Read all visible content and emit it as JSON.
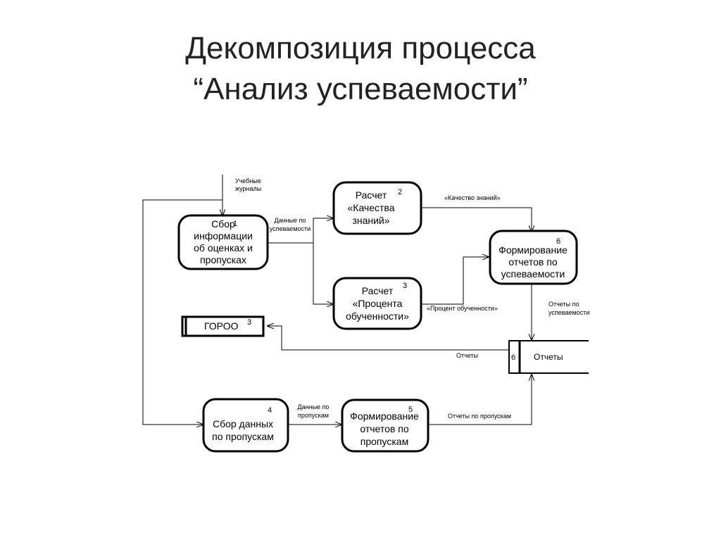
{
  "title": {
    "line1": "Декомпозиция процесса",
    "line2": "“Анализ успеваемости”"
  },
  "processes": [
    {
      "id": "1",
      "lines": [
        "Сбор",
        "информации",
        "об оценках и",
        "пропусках"
      ]
    },
    {
      "id": "2",
      "lines": [
        "Расчет",
        "«Качества",
        "знаний»"
      ]
    },
    {
      "id": "3",
      "lines": [
        "Расчет",
        "«Процента",
        "обученности»"
      ]
    },
    {
      "id": "4",
      "lines": [
        "Сбор данных",
        "по пропускам"
      ]
    },
    {
      "id": "5",
      "lines": [
        "Формирование",
        "отчетов по",
        "пропускам"
      ]
    },
    {
      "id": "6",
      "lines": [
        "Формирование",
        "отчетов по",
        "успеваемости"
      ]
    }
  ],
  "entity": {
    "label": "ГОРОО",
    "id": "3"
  },
  "store": {
    "id": "6",
    "label": "Отчеты"
  },
  "flows": {
    "journals": [
      "Учебные",
      "журналы"
    ],
    "grades_data": [
      "Данные по",
      "успеваемости"
    ],
    "quality": "«Качество знаний»",
    "percent": "«Процент обученности»",
    "perf_reports": [
      "Отчеты по",
      "успеваемости"
    ],
    "reports": "Отчеты",
    "absence_data": [
      "Данные по",
      "пропускам"
    ],
    "absence_reports": "Отчеты по пропускам"
  }
}
